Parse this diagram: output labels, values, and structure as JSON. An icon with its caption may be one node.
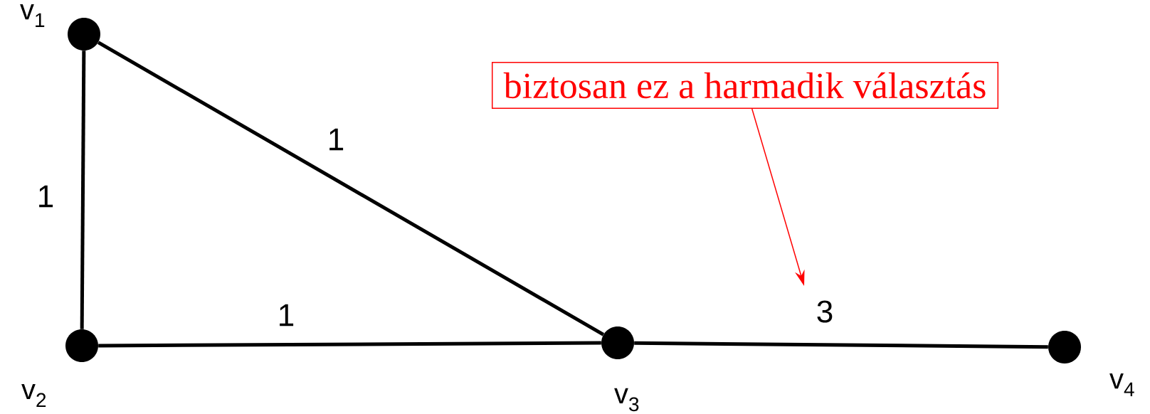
{
  "diagram": {
    "nodes": [
      {
        "text": [
          "v$_{1}$"
        ]
      },
      {
        "text": [
          "v$_{2}$"
        ]
      },
      {
        "text": [
          "v$_{3}$"
        ]
      },
      {
        "text": [
          "v$_{4}$"
        ]
      },
      {
        "text": [
          "biztosan ez a harmadik választás"
        ]
      }
    ],
    "edges": [
      {
        "from": 0,
        "to": 1,
        "arrow": "none",
        "label": "1"
      },
      {
        "from": 0,
        "to": 2,
        "arrow": "none",
        "label": "1"
      },
      {
        "from": 1,
        "to": 2,
        "arrow": "none",
        "label": "1"
      },
      {
        "from": 2,
        "to": 3,
        "arrow": "none",
        "label": "3"
      },
      {
        "from": 4,
        "to": null,
        "arrow": "to",
        "color": "#ff0000"
      }
    ]
  }
}
